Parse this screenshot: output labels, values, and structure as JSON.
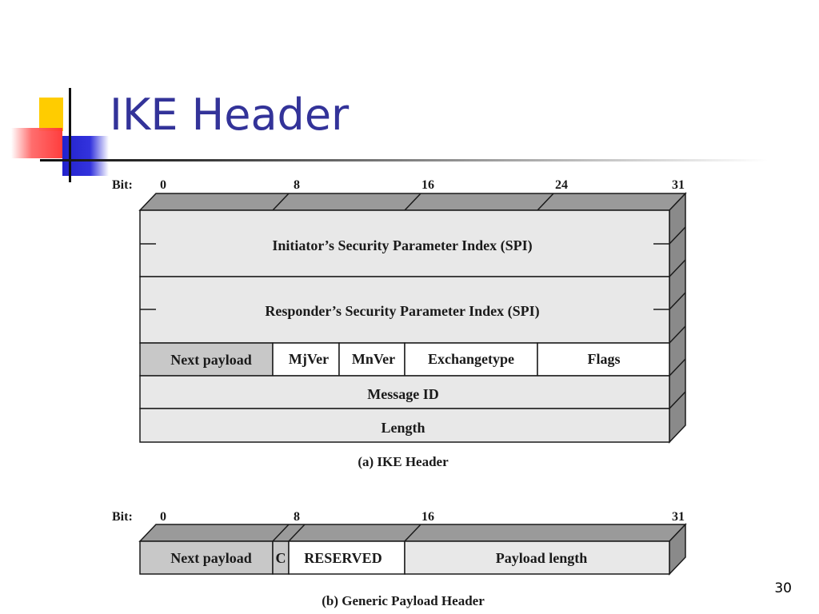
{
  "slide": {
    "title": "IKE Header",
    "page_number": "30"
  },
  "ike_header": {
    "bit_label": "Bit:",
    "bits": [
      "0",
      "8",
      "16",
      "24",
      "31"
    ],
    "rows": {
      "initiator_spi": "Initiator’s Security Parameter Index (SPI)",
      "responder_spi": "Responder’s Security Parameter Index (SPI)",
      "next_payload": "Next payload",
      "mjver": "MjVer",
      "mnver": "MnVer",
      "exchange_type": "Exchangetype",
      "flags": "Flags",
      "message_id": "Message ID",
      "length": "Length"
    },
    "caption": "(a) IKE Header"
  },
  "generic_payload_header": {
    "bit_label": "Bit:",
    "bits": [
      "0",
      "8",
      "16",
      "31"
    ],
    "fields": {
      "next_payload": "Next payload",
      "c": "C",
      "reserved": "RESERVED",
      "payload_length": "Payload length"
    },
    "caption": "(b) Generic Payload Header"
  },
  "colors": {
    "title": "#333399",
    "box_fill": "#e8e8e8",
    "shaded_fill": "#c8c8c8",
    "side_fill": "#8a8a8a",
    "top_fill": "#9a9a9a"
  }
}
